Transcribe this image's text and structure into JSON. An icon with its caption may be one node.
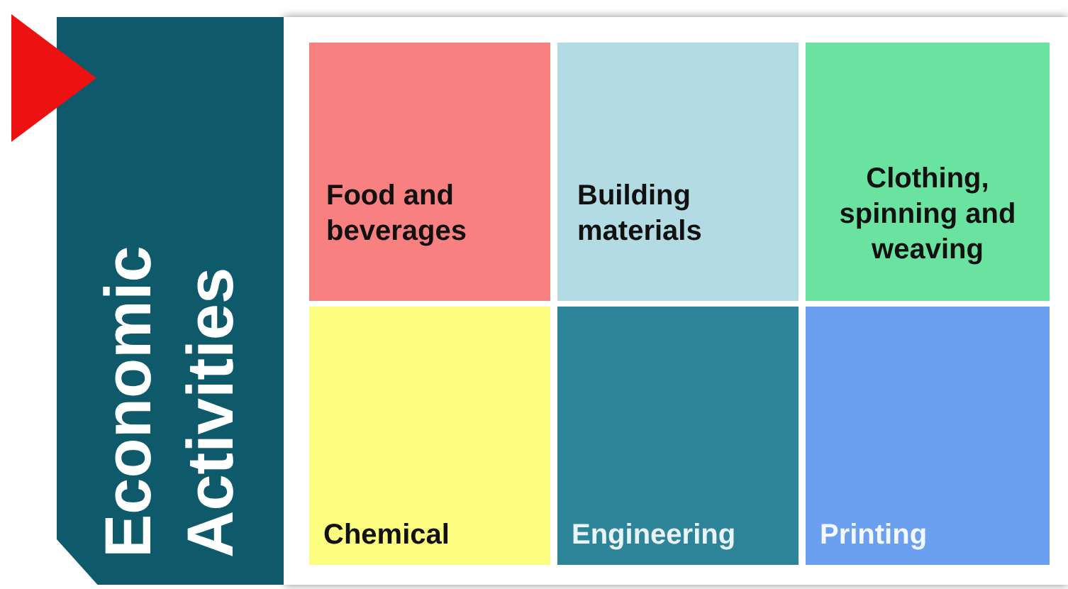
{
  "diagram": {
    "nodes": [
      {
        "text": [
          "Economic Activities"
        ]
      },
      {
        "text": [
          "Food and beverages"
        ]
      },
      {
        "text": [
          "Building materials"
        ]
      },
      {
        "text": [
          "Clothing, spinning and weaving"
        ]
      },
      {
        "text": [
          "Chemical"
        ]
      },
      {
        "text": [
          "Engineering"
        ]
      },
      {
        "text": [
          "Printing"
        ]
      },
      {
        "text": [],
        "shape": "triangle"
      }
    ]
  }
}
